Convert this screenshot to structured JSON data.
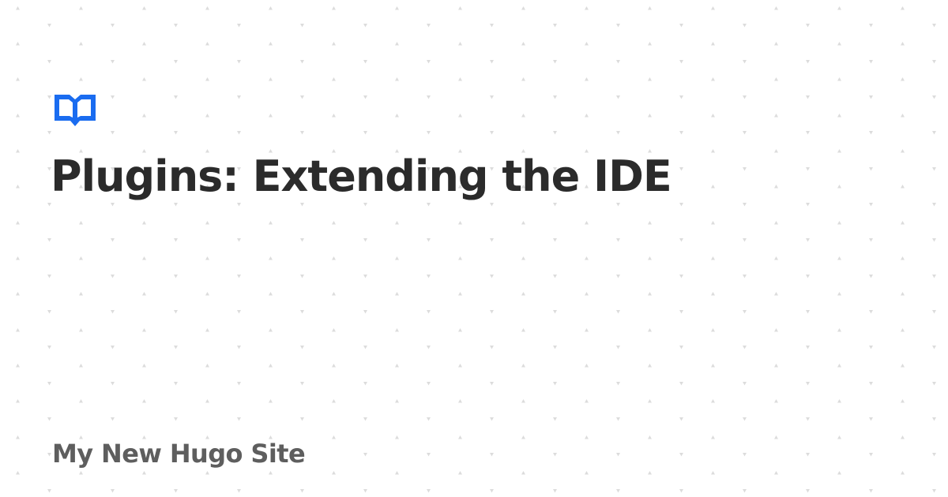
{
  "card": {
    "title": "Plugins: Extending the IDE",
    "site_name": "My New Hugo Site"
  },
  "icons": {
    "logo": "open-book-icon",
    "background": "dot-pattern"
  },
  "colors": {
    "background": "#ffffff",
    "accent": "#1a6cf0",
    "title": "#2b2b2b",
    "site_name": "#5e5e5e",
    "pattern_dot": "#dcdcdc"
  }
}
